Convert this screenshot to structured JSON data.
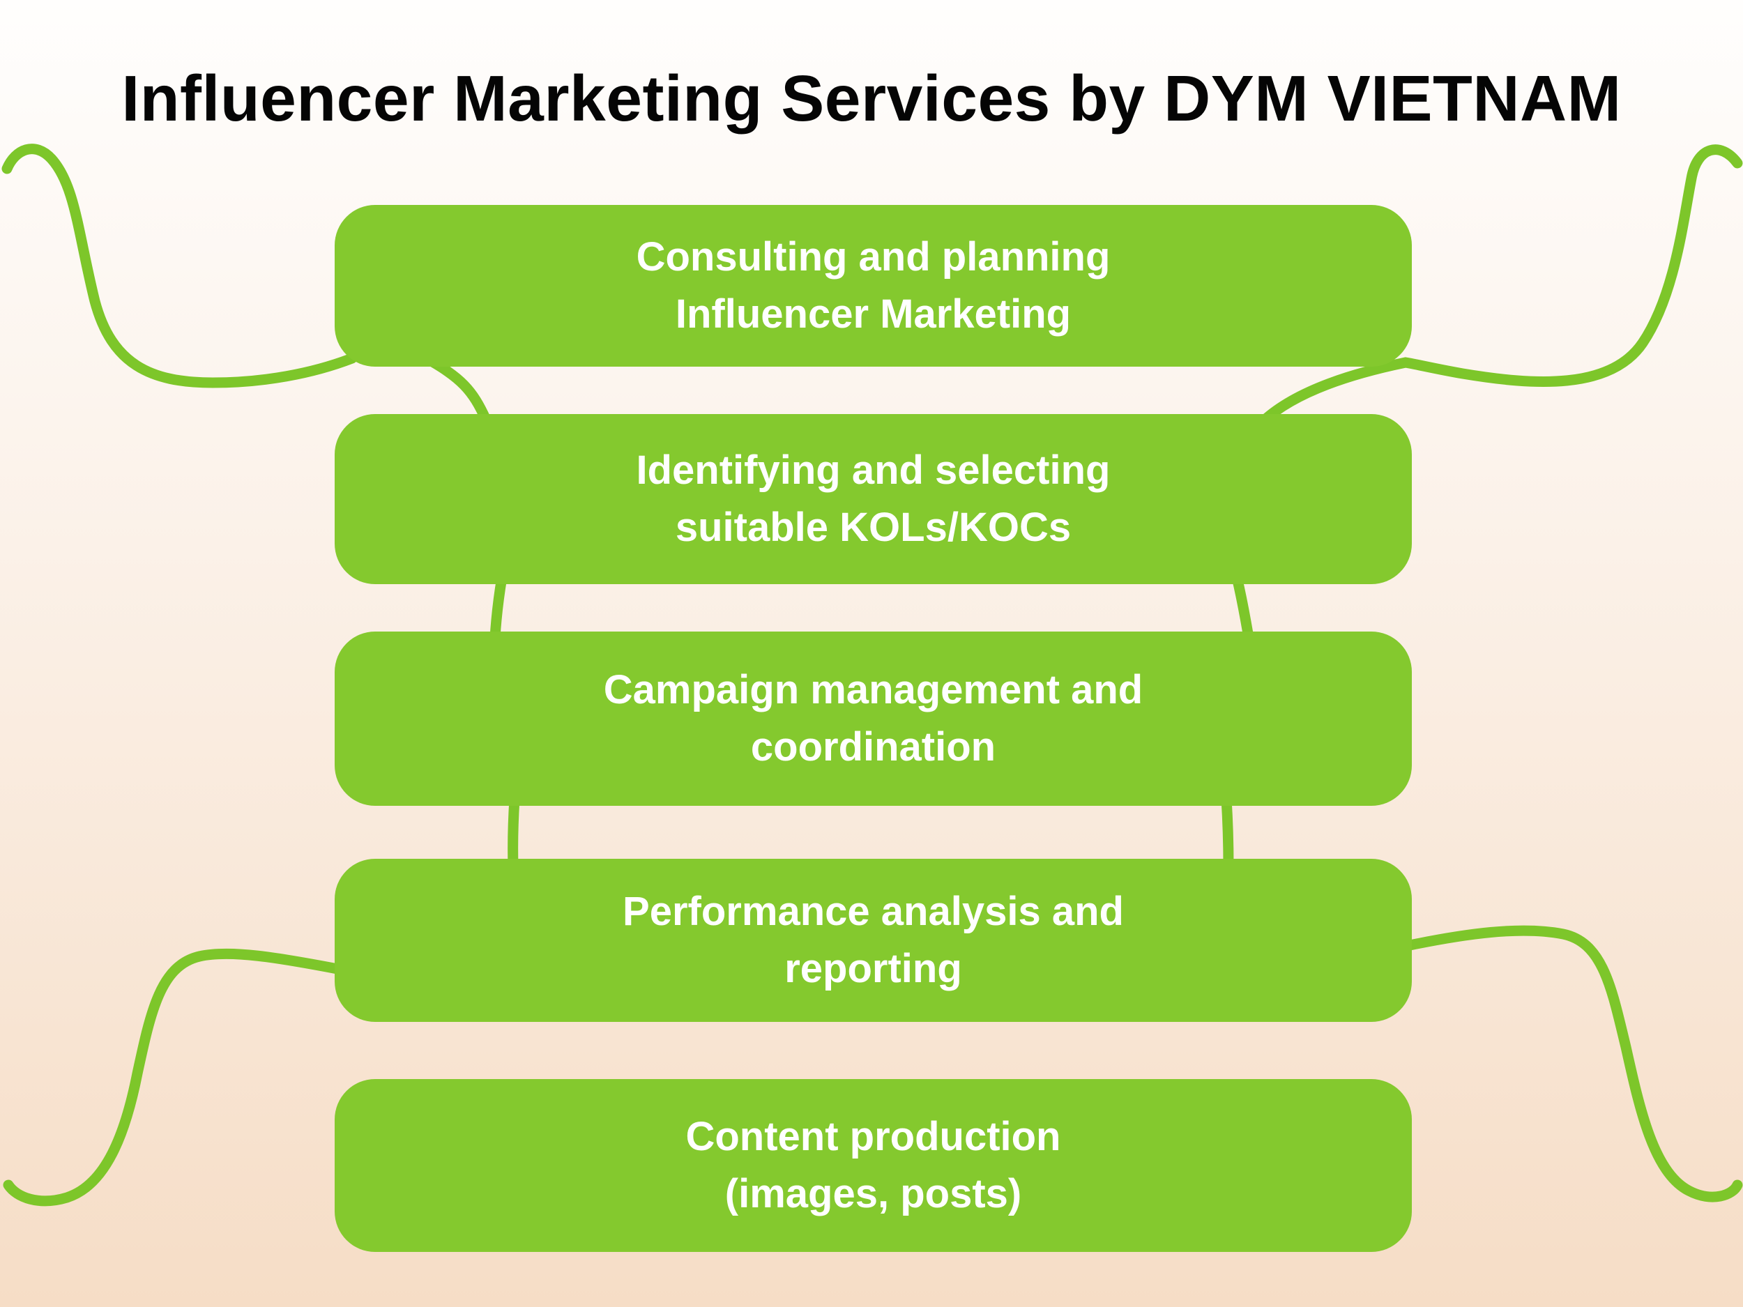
{
  "title": "Influencer Marketing Services by DYM VIETNAM",
  "boxes": [
    {
      "lines": [
        "Consulting and planning",
        "Influencer Marketing"
      ]
    },
    {
      "lines": [
        "Identifying and selecting",
        "suitable KOLs/KOCs"
      ]
    },
    {
      "lines": [
        "Campaign management and",
        "coordination"
      ]
    },
    {
      "lines": [
        "Performance analysis and",
        "reporting"
      ]
    },
    {
      "lines": [
        "Content production",
        "(images, posts)"
      ]
    }
  ],
  "colors": {
    "box_green": "#84c92e",
    "line_green": "#7dc62a",
    "title_color": "#050505",
    "box_text_color": "#ffffff",
    "bg_top": "#fffefd",
    "bg_mid": "#fbf1e8",
    "bg_bottom": "#f6ddc6"
  }
}
